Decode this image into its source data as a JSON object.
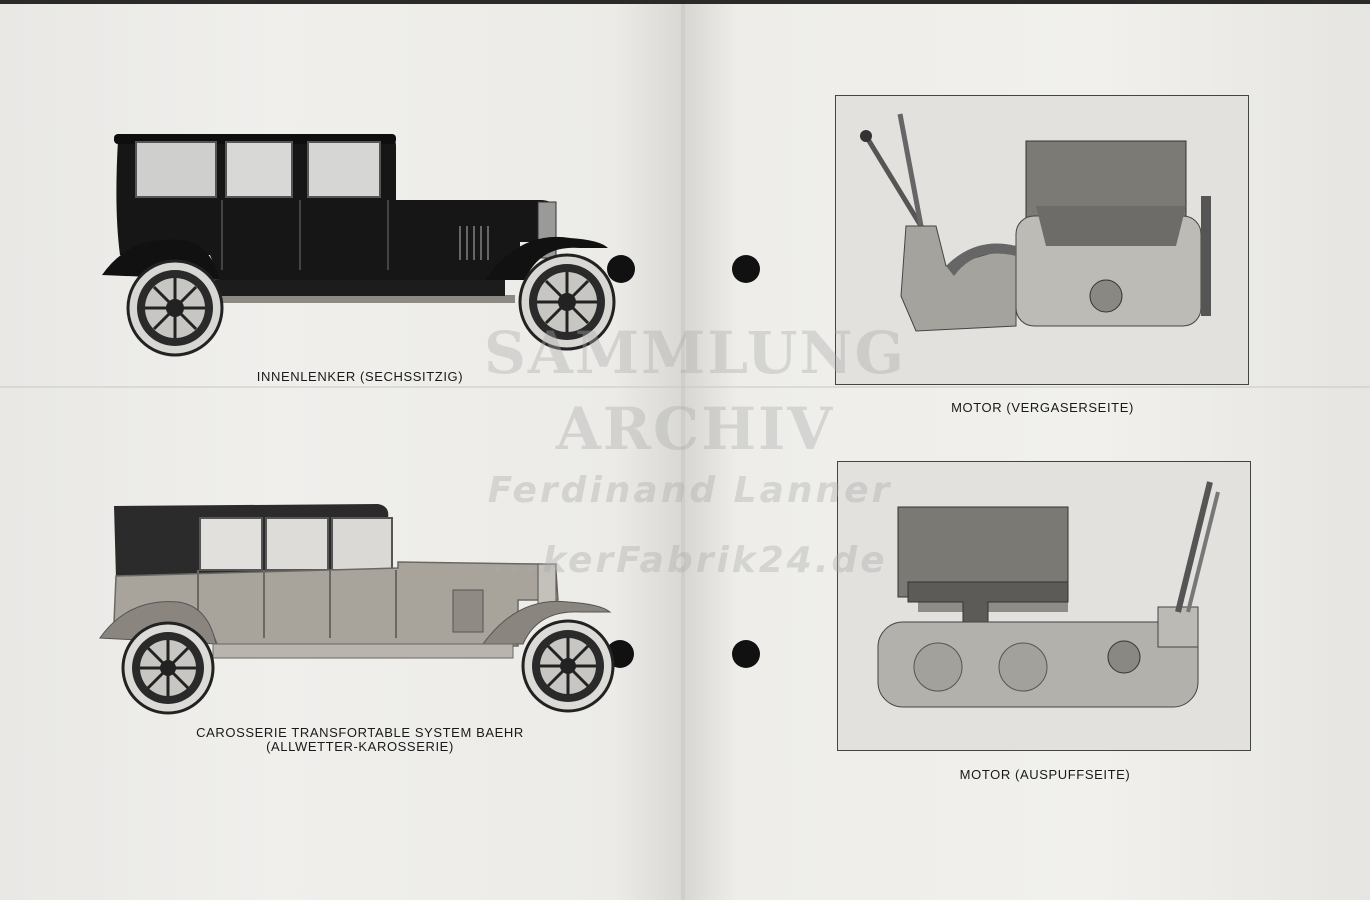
{
  "captions": {
    "car_top": "INNENLENKER (SECHSSITZIG)",
    "car_bottom": "CAROSSERIE TRANSFORTABLE SYSTEM BAEHR\n(ALLWETTER-KAROSSERIE)",
    "engine_top": "MOTOR (VERGASERSEITE)",
    "engine_bottom": "MOTOR (AUSPUFFSEITE)"
  },
  "watermark": {
    "line1": "SAMMLUNG",
    "line2": "ARCHIV",
    "line3": "Ferdinand Lanner",
    "line4": "...kerFabrik24.de"
  },
  "colors": {
    "paper": "#ecebe8",
    "ink": "#1d1d1d",
    "car_dark": "#161616",
    "car_light": "#a8a39b"
  }
}
